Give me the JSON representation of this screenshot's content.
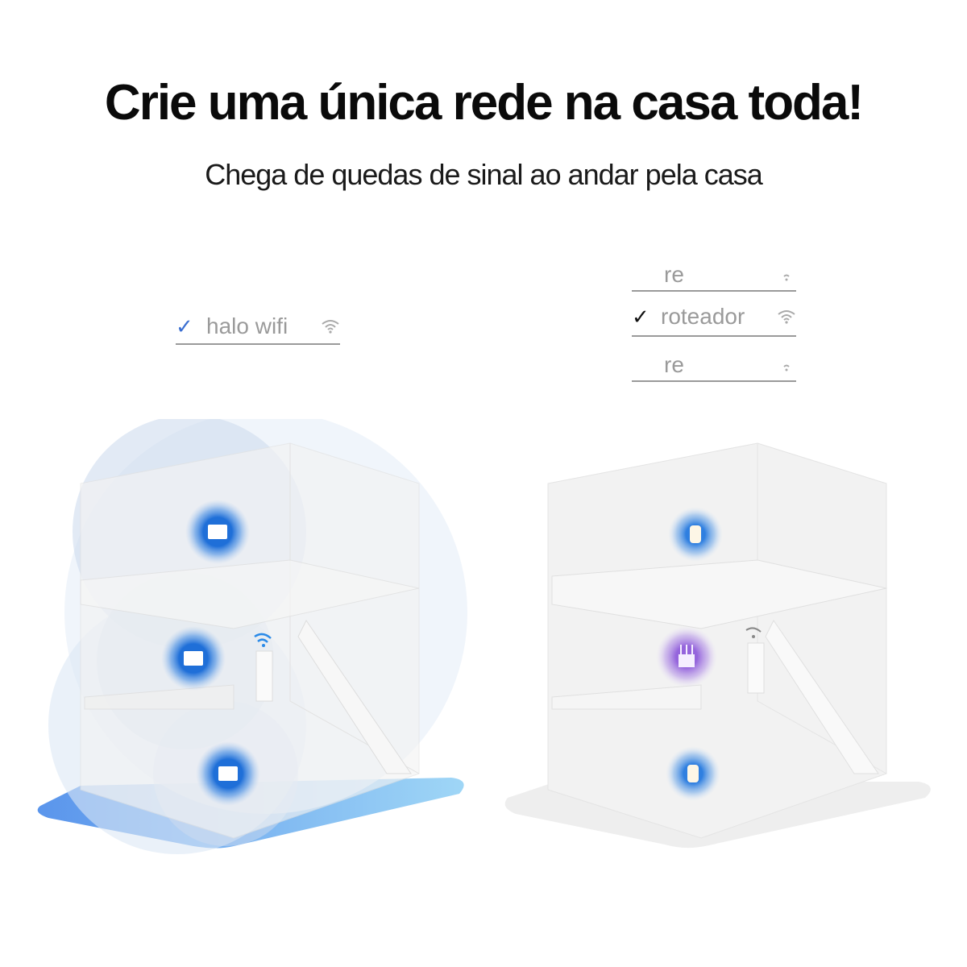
{
  "header": {
    "title": "Crie uma única rede na casa toda!",
    "subtitle": "Chega de quedas de sinal ao andar pela casa"
  },
  "left_panel": {
    "networks": [
      {
        "label": "halo wifi",
        "checked": true,
        "check_color": "#3b6fd1",
        "signal": "full"
      }
    ],
    "illustration": {
      "floors": 3,
      "device_type": "mesh-unit",
      "device_color": "#2f7fe0",
      "coverage_color": "#cfe0f5",
      "base_color": "#6eaaf0"
    }
  },
  "right_panel": {
    "networks": [
      {
        "label": "re",
        "checked": false,
        "signal": "weak"
      },
      {
        "label": "roteador",
        "checked": true,
        "check_color": "#111111",
        "signal": "full"
      },
      {
        "label": "re",
        "checked": false,
        "signal": "weak"
      }
    ],
    "illustration": {
      "floors": 3,
      "devices": [
        {
          "floor": "top",
          "type": "extender",
          "color": "#2f7fe0"
        },
        {
          "floor": "middle",
          "type": "router",
          "color": "#9b6fe0"
        },
        {
          "floor": "bottom",
          "type": "extender",
          "color": "#2f7fe0"
        }
      ],
      "base_color": "#eeeeee"
    }
  }
}
